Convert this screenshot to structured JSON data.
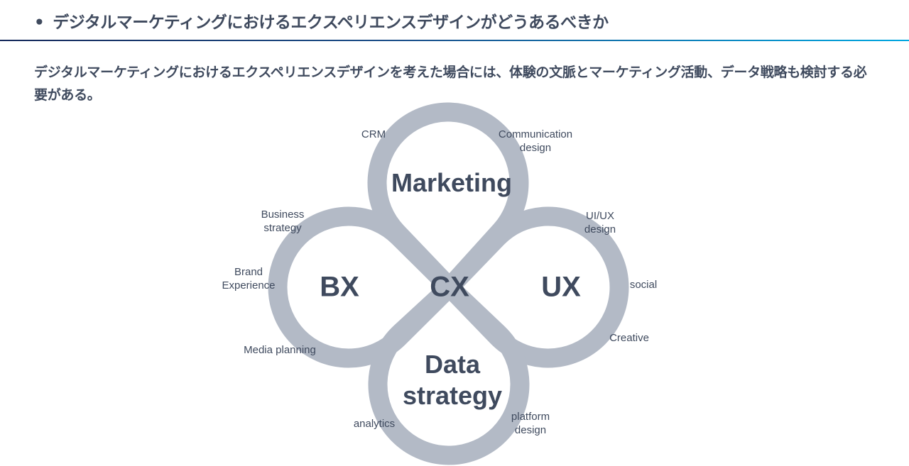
{
  "header": {
    "bullet": "•",
    "title": "デジタルマーケティングにおけるエクスペリエンスデザインがどうあるべきか"
  },
  "body": {
    "text": "デジタルマーケティングにおけるエクスペリエンスデザインを考えた場合には、体験の文脈とマーケティング活動、データ戦略も検討する必要がある。"
  },
  "diagram": {
    "center": "CX",
    "lobes": {
      "top": "Marketing",
      "left": "BX",
      "right": "UX",
      "bottom_line1": "Data",
      "bottom_line2": "strategy"
    },
    "labels": {
      "crm": "CRM",
      "communication_design": [
        "Communication",
        "design"
      ],
      "business_strategy": [
        "Business",
        "strategy"
      ],
      "brand_experience": [
        "Brand",
        "Experience"
      ],
      "media_planning": "Media planning",
      "uiux_design": [
        "UI/UX",
        "design"
      ],
      "social": "social",
      "creative": "Creative",
      "analytics": "analytics",
      "platform_design": [
        "platform",
        "design"
      ]
    },
    "colors": {
      "ring": "#b3bac6",
      "text": "#3f4a5e"
    }
  }
}
